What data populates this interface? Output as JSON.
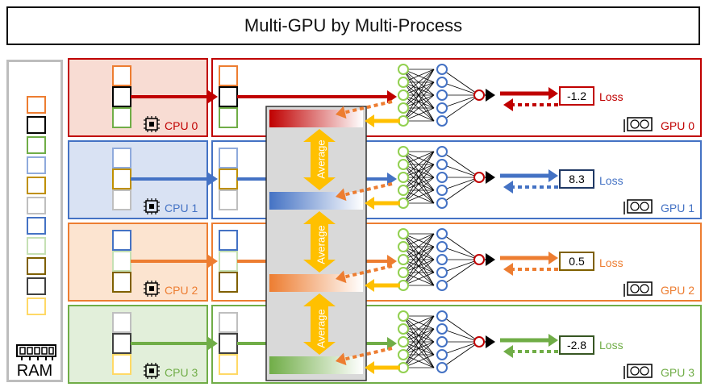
{
  "title": "Multi-GPU by Multi-Process",
  "ram_label": "RAM",
  "average_label": "Average",
  "rows": [
    {
      "cpu_label": "CPU 0",
      "gpu_label": "GPU 0",
      "loss_value": "-1.2",
      "loss_label": "Loss",
      "color": "#c00000",
      "fill": "#f8dcd3"
    },
    {
      "cpu_label": "CPU 1",
      "gpu_label": "GPU 1",
      "loss_value": "8.3",
      "loss_label": "Loss",
      "color": "#4472c4",
      "fill": "#d9e2f3"
    },
    {
      "cpu_label": "CPU 2",
      "gpu_label": "GPU 2",
      "loss_value": "0.5",
      "loss_label": "Loss",
      "color": "#ed7d31",
      "fill": "#fce4d0"
    },
    {
      "cpu_label": "CPU 3",
      "gpu_label": "GPU 3",
      "loss_value": "-2.8",
      "loss_label": "Loss",
      "color": "#70ad47",
      "fill": "#e2efda"
    }
  ],
  "ram_colors": [
    "#ed7d31",
    "#000000",
    "#70ad47",
    "#8faadc",
    "#bf9000",
    "#bfbfbf",
    "#4472c4",
    "#c5e0b4",
    "#7f6000",
    "#404040",
    "#ffd966"
  ],
  "icons": [
    "cpu-chip-icon",
    "gpu-card-icon",
    "ram-module-icon"
  ]
}
